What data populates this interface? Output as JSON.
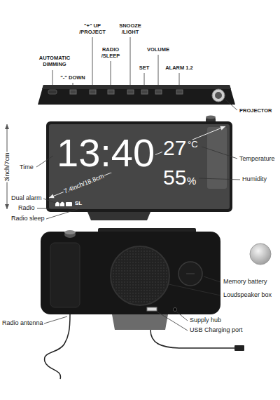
{
  "diagram": {
    "labels": [
      "AUTOMATIC DIMMING",
      "\"+\" UP /PROJECT",
      "\"-\" DOWN",
      "RADIO /SLEEP",
      "SNOOZE /LIGHT",
      "VOLUME",
      "SET",
      "ALARM 1.2",
      "PROJECTOR",
      "3inch/7cm",
      "13:40",
      "27",
      "°C",
      "55",
      "%",
      "7.4inch/18.8cm",
      "Temperature",
      "Time",
      "Humidity",
      "SL",
      "Dual alarm",
      "Radio",
      "Radio sleep",
      "Memory battery",
      "Loudspeaker box",
      "Radio antenna",
      "Supply hub",
      "USB Charging port"
    ]
  }
}
